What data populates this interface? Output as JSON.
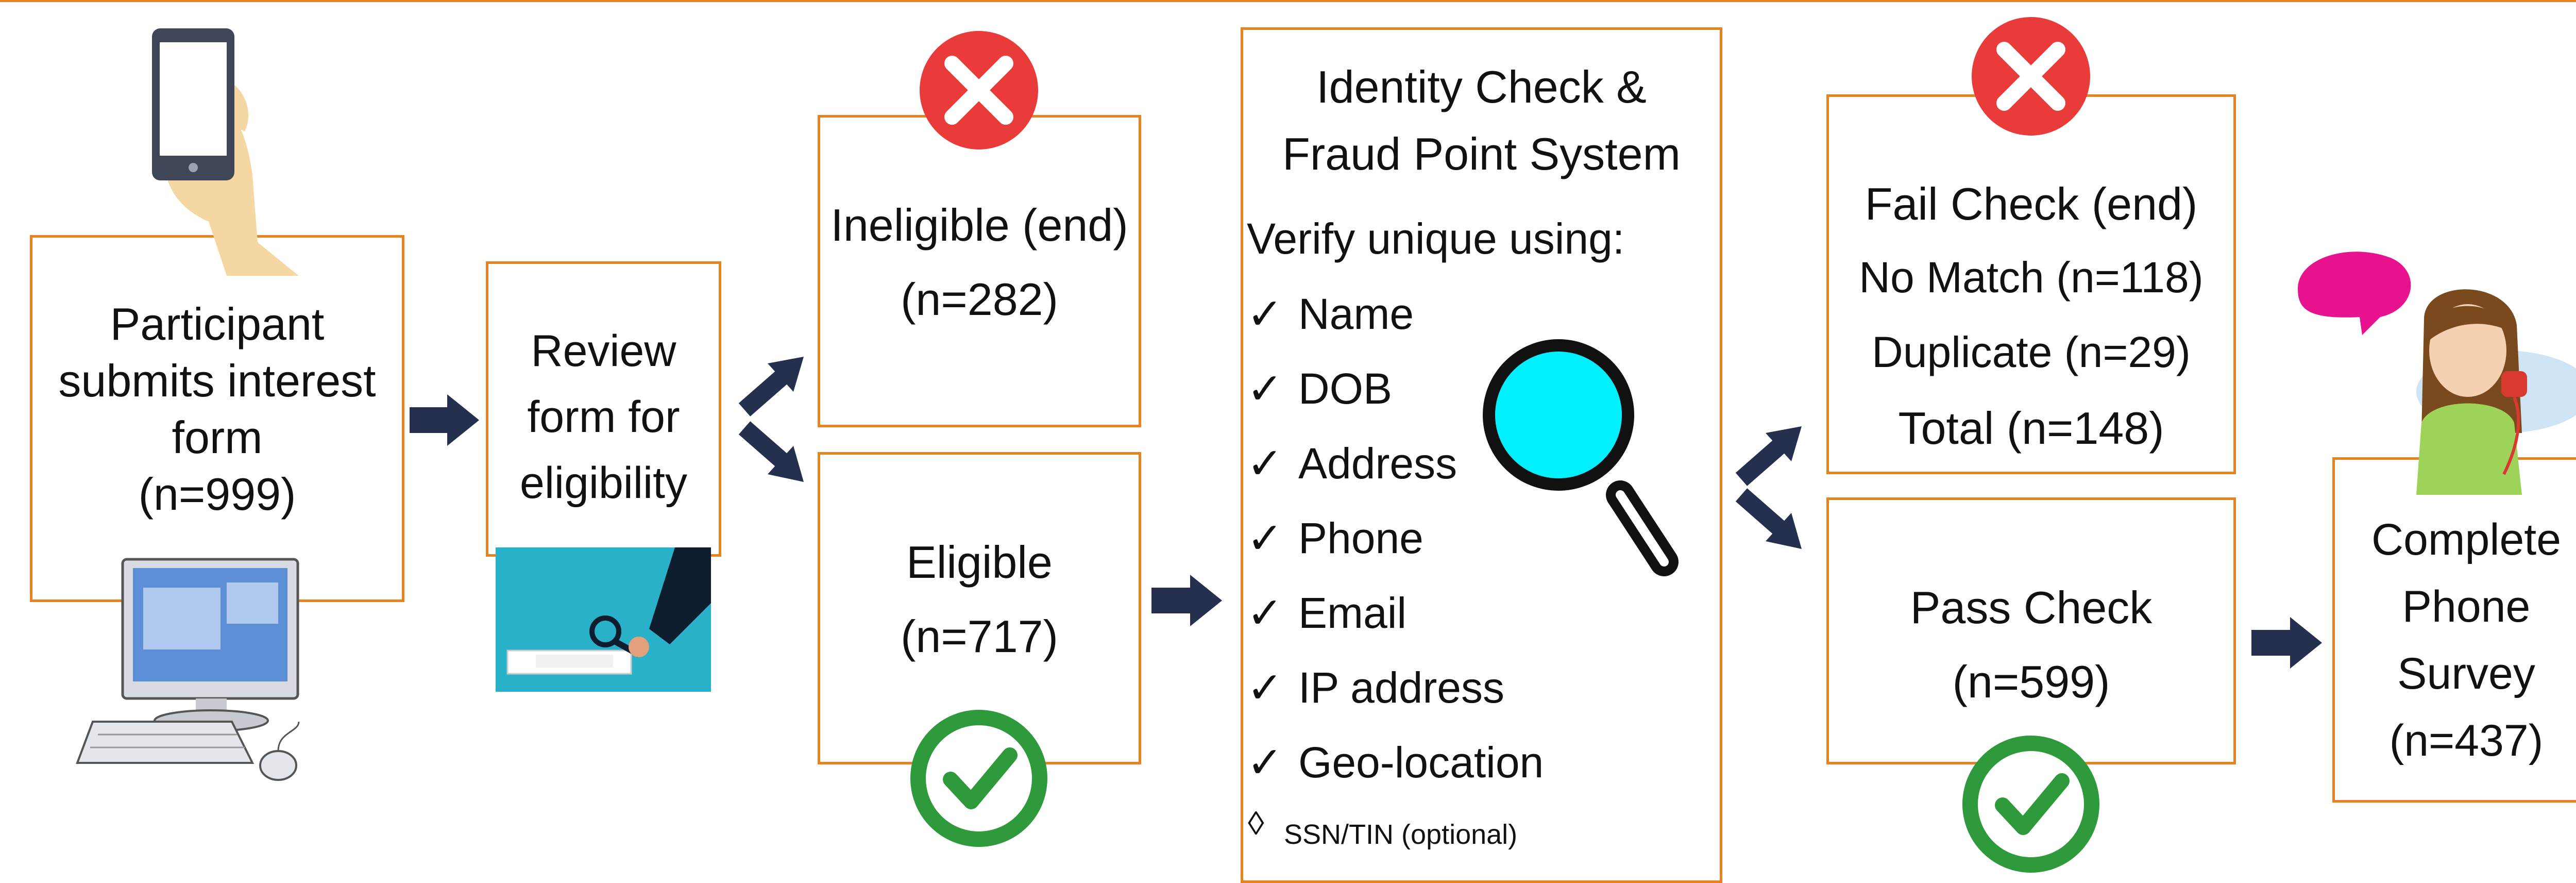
{
  "colors": {
    "box_border": "#E8821E",
    "arrow": "#25304F",
    "fail_icon": "#EA3B3B",
    "pass_icon": "#2E9A3C",
    "magnifier_lens": "#00F0FF"
  },
  "participant": {
    "line1": "Participant",
    "line2": "submits interest",
    "line3": "form",
    "count": "(n=999)"
  },
  "review": {
    "line1": "Review",
    "line2": "form for",
    "line3": "eligibility"
  },
  "ineligible": {
    "label": "Ineligible (end)",
    "count": "(n=282)"
  },
  "eligible": {
    "label": "Eligible",
    "count": "(n=717)"
  },
  "identity": {
    "title_line1": "Identity Check &",
    "title_line2": "Fraud Point System",
    "intro": "Verify unique using:",
    "check_mark": "✓",
    "items": [
      "Name",
      "DOB",
      "Address",
      "Phone",
      "Email",
      "IP address",
      "Geo-location"
    ],
    "optional_mark": "◊",
    "optional_item": "SSN/TIN (optional)"
  },
  "fail": {
    "label": "Fail Check (end)",
    "no_match": "No Match (n=118)",
    "duplicate": "Duplicate (n=29)",
    "total": "Total (n=148)"
  },
  "pass": {
    "label": "Pass Check",
    "count": "(n=599)"
  },
  "complete": {
    "line1": "Complete",
    "line2": "Phone",
    "line3": "Survey",
    "count": "(n=437)"
  },
  "icons": {
    "phone": "phone-in-hand-icon",
    "computer": "desktop-computer-icon",
    "review_image": "document-review-magnifier-icon",
    "fail": "red-x-icon",
    "pass": "green-check-icon",
    "magnifier": "magnifying-glass-icon",
    "caller": "woman-on-phone-icon"
  }
}
